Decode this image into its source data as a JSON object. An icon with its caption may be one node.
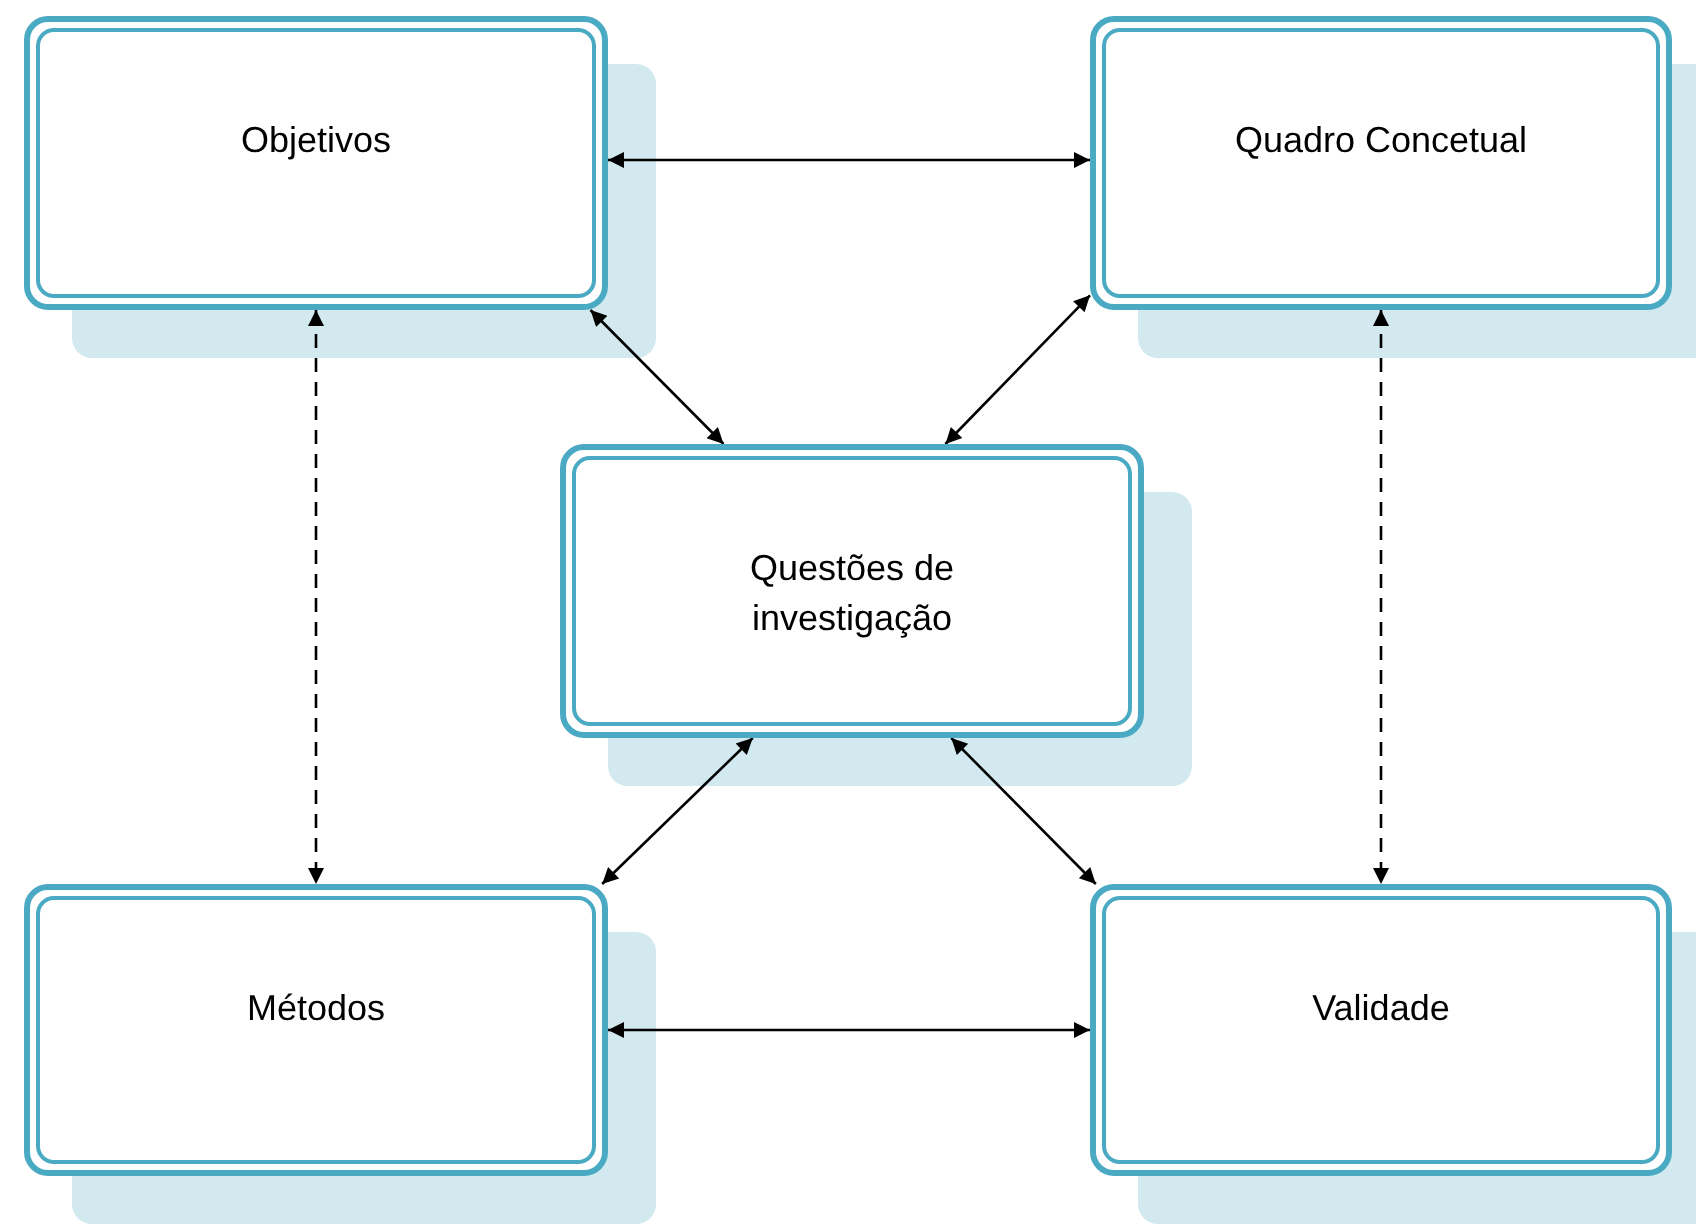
{
  "diagram": {
    "nodes": [
      {
        "text": [
          "Objetivos"
        ]
      },
      {
        "text": [
          "Quadro Concetual"
        ]
      },
      {
        "text": [
          "Questões de investigação"
        ]
      },
      {
        "text": [
          "Métodos"
        ]
      },
      {
        "text": [
          "Validade"
        ]
      }
    ],
    "edges": [
      {
        "from": 0,
        "to": 1,
        "arrow": "both"
      },
      {
        "from": 0,
        "to": 2,
        "arrow": "both"
      },
      {
        "from": 1,
        "to": 2,
        "arrow": "both"
      },
      {
        "from": 2,
        "to": 3,
        "arrow": "both"
      },
      {
        "from": 2,
        "to": 4,
        "arrow": "both"
      },
      {
        "from": 3,
        "to": 4,
        "arrow": "both"
      },
      {
        "from": 0,
        "to": 3,
        "arrow": "both",
        "style": "dashed"
      },
      {
        "from": 1,
        "to": 4,
        "arrow": "both",
        "style": "dashed"
      }
    ]
  }
}
